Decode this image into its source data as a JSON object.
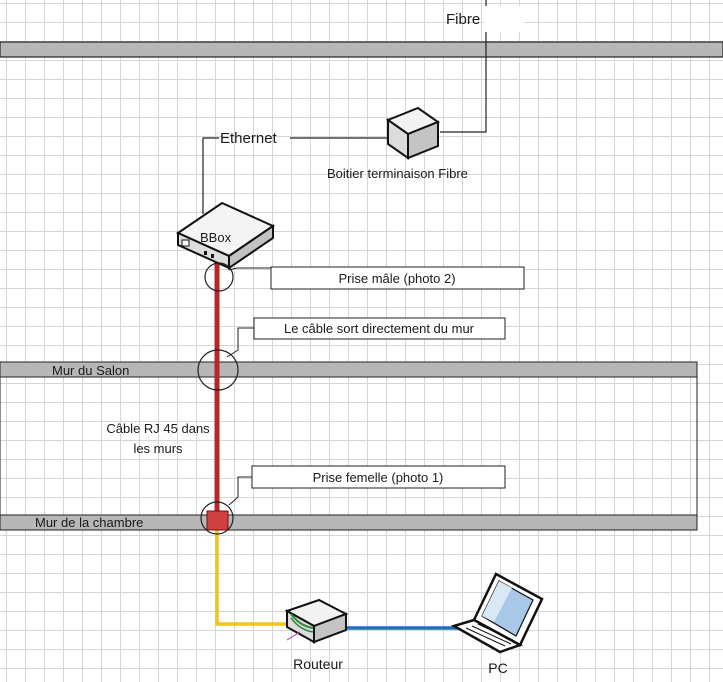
{
  "labels": {
    "fibre": "Fibre",
    "ethernet": "Ethernet",
    "boitier": "Boitier terminaison Fibre",
    "bbox": "BBox",
    "prise_male": "Prise mâle (photo 2)",
    "cable_sort": "Le câble sort directement du mur",
    "mur_salon": "Mur du Salon",
    "cable_rj45_line1": "Câble RJ 45 dans",
    "cable_rj45_line2": "les murs",
    "prise_femelle": "Prise femelle (photo 1)",
    "mur_chambre": "Mur de la chambre",
    "routeur": "Routeur",
    "pc": "PC"
  },
  "colors": {
    "rj45_cable": "#b8252b",
    "yellow_cable": "#f0c419",
    "blue_cable": "#1f6fb8",
    "wall": "#b7b7b7",
    "wall_socket": "#d0403f"
  },
  "icons": [
    "fibre-terminal-icon",
    "bbox-icon",
    "router-icon",
    "laptop-icon"
  ]
}
